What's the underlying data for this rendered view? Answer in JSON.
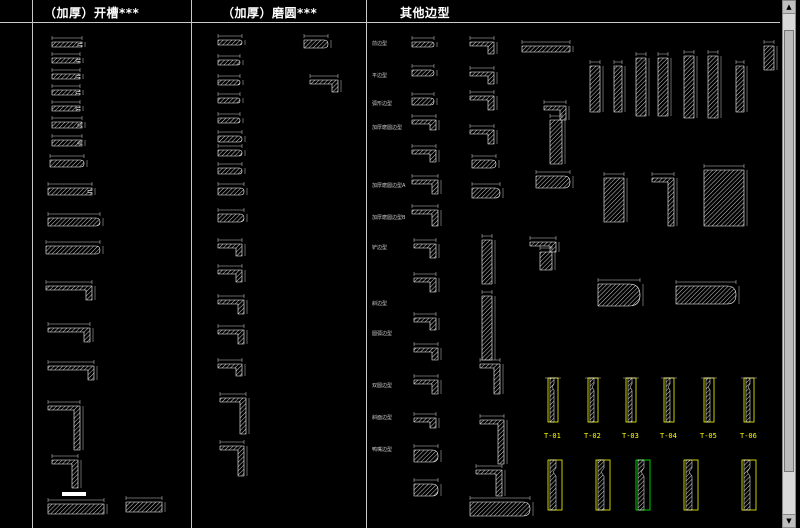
{
  "headers": {
    "col1": "（加厚）开槽***",
    "col2": "（加厚）磨圆***",
    "col3": "其他边型"
  },
  "side_labels": [
    "前边型",
    "平边型",
    "弧形边型",
    "加厚磨圆边型",
    "加厚磨圆边型A",
    "加厚磨圆边型B",
    "铲边型",
    "斜边型",
    "圆弧边型",
    "双圆边型",
    "斜面边型",
    "鸭嘴边型"
  ],
  "tiles": [
    "T-01",
    "T-02",
    "T-03",
    "T-04",
    "T-05",
    "T-06"
  ],
  "colors": {
    "background": "#000000",
    "lines": "#ffffff",
    "hatch": "#ffffff",
    "yellow": "#ffff00",
    "green": "#00ff00"
  },
  "icons": {
    "scroll_up": "triangle-up-icon",
    "scroll_down": "triangle-down-icon"
  }
}
